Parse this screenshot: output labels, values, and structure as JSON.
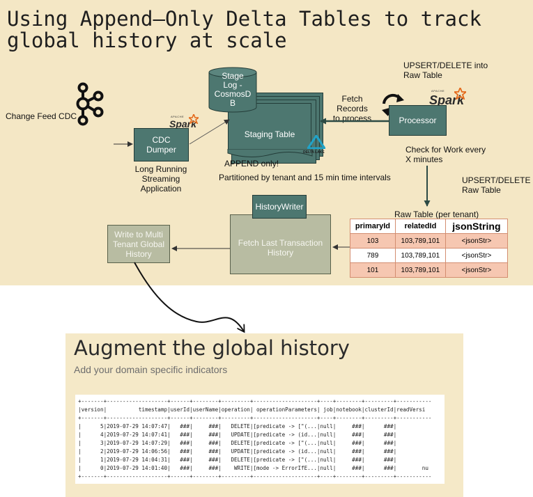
{
  "top": {
    "title_line1": "Using Append–Only Delta Tables to track",
    "title_line2": "global history at scale",
    "change_feed_label": "Change Feed CDC",
    "cdc_dumper": {
      "line1": "CDC",
      "line2": "Dumper"
    },
    "long_running": {
      "line1": "Long Running",
      "line2": "Streaming",
      "line3": "Application"
    },
    "spark_word": "Spark",
    "spark_apache": "APACHE",
    "stage_log": {
      "line1": "Stage",
      "line2": "Log -",
      "line3": "CosmosD",
      "line4": "B"
    },
    "staging_table": "Staging Table",
    "delta_lake": "DELTA LAKE",
    "append_only": "APPEND only!",
    "partitioned": "Partitioned by tenant and  15 min time intervals",
    "upsert_top": {
      "line1": "UPSERT/DELETE into",
      "line2": "Raw Table"
    },
    "fetch_records": {
      "line1": "Fetch",
      "line2": "Records",
      "line3": "to process"
    },
    "processor": "Processor",
    "check_work": {
      "line1": "Check for Work every",
      "line2": "X minutes"
    },
    "upsert_right": {
      "line1": "UPSERT/DELETE in",
      "line2": "Raw Table"
    },
    "history_writer": "HistoryWriter",
    "fetch_last": {
      "line1": "Fetch Last Transaction",
      "line2": "History"
    },
    "write_multi": {
      "line1": "Write to Multi",
      "line2": "Tenant Global",
      "line3": "History"
    },
    "raw_table": {
      "caption": "Raw Table (per tenant)",
      "headers": [
        "primaryId",
        "relatedId",
        "jsonString"
      ],
      "rows": [
        [
          "103",
          "103,789,101",
          "<jsonStr>"
        ],
        [
          "789",
          "103,789,101",
          "<jsonStr>"
        ],
        [
          "101",
          "103,789,101",
          "<jsonStr>"
        ]
      ]
    }
  },
  "bottom": {
    "title": "Augment the global history",
    "subtitle": "Add your domain specific indicators",
    "log_lines": [
      "+-------+-------------------+------+--------+---------+--------------------+----+--------+---------+-----------",
      "|version|          timestamp|userId|userName|operation| operationParameters| job|notebook|clusterId|readVersi",
      "+-------+-------------------+------+--------+---------+--------------------+----+--------+---------+-----------",
      "|      5|2019-07-29 14:07:47|   ###|     ###|   DELETE|[predicate -> [\"(...|null|     ###|      ###|",
      "|      4|2019-07-29 14:07:41|   ###|     ###|   UPDATE|[predicate -> (id...|null|     ###|      ###|",
      "|      3|2019-07-29 14:07:29|   ###|     ###|   DELETE|[predicate -> [\"(...|null|     ###|      ###|",
      "|      2|2019-07-29 14:06:56|   ###|     ###|   UPDATE|[predicate -> (id...|null|     ###|      ###|",
      "|      1|2019-07-29 14:04:31|   ###|     ###|   DELETE|[predicate -> [\"(...|null|     ###|      ###|",
      "|      0|2019-07-29 14:01:40|   ###|     ###|    WRITE|[mode -> ErrorIfE...|null|     ###|      ###|        nu",
      "+-------+-------------------+------+--------+---------+--------------------+----+--------+---------+-----------"
    ]
  }
}
